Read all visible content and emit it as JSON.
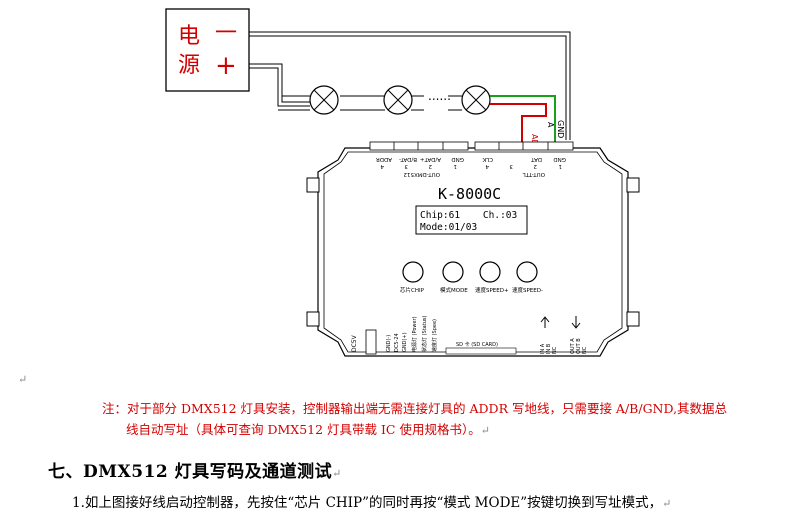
{
  "diagram": {
    "power_label_1": "电",
    "power_label_2": "源",
    "power_minus": "一",
    "power_plus": "+",
    "dots": "......",
    "wire_add": "ADD",
    "wire_a": "A",
    "wire_gnd": "GND",
    "controller": {
      "model": "K-8000C",
      "lcd_line1": "Chip:61    Ch.:03",
      "lcd_line2": "Mode:01/03",
      "left_terminal_labels": [
        "ADDR",
        "B/DAT-",
        "A/DAT+",
        "GND"
      ],
      "left_terminal_group": "OUT-DMX512",
      "right_terminal_labels": [
        "CLK",
        "DAT",
        "GND"
      ],
      "right_terminal_nums": [
        "4",
        "3",
        "2",
        "1"
      ],
      "left_terminal_nums": [
        "4",
        "3",
        "2",
        "1"
      ],
      "right_terminal_group": "OUT-TTL",
      "buttons": [
        "芯片CHIP",
        "模式MODE",
        "速度SPEED+",
        "速度SPEED-"
      ],
      "dc_label": "DC5V",
      "power_labels": [
        "GND(-)",
        "DC5-24",
        "GND(+)"
      ],
      "status_labels": [
        "电源灯 (Power)",
        "状态灯 (Status)",
        "速度灯 (Spee)"
      ],
      "sd_label": "SD 卡 (SD CARD)",
      "in_label": "IN A\nIN B\nNC",
      "out_label": "OUT A\nOUT B\nNC"
    }
  },
  "note": {
    "line1": "注：对于部分 DMX512 灯具安装，控制器输出端无需连接灯具的 ADDR 写地线，只需要接 A/B/GND,其数据总",
    "line2": "线自动写址（具体可查询 DMX512 灯具带载 IC 使用规格书）。"
  },
  "heading": "七、DMX512 灯具写码及通道测试",
  "step1": "1.如上图接好线启动控制器，先按住“芯片 CHIP”的同时再按“模式 MODE”按键切换到写址模式，",
  "para_mark": "↵",
  "colors": {
    "note_red": "#d40000",
    "wire_red": "#d00000",
    "wire_green": "#1aa01a"
  }
}
